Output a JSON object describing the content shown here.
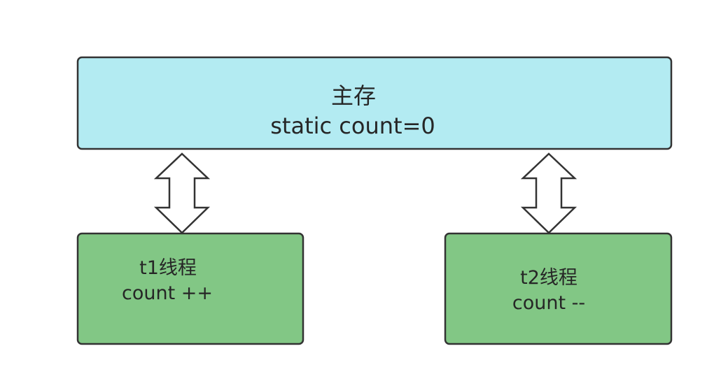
{
  "main_memory": {
    "title": "主存",
    "value": "static count=0",
    "fill": "#b3ebf2"
  },
  "threads": [
    {
      "title": "t1线程",
      "op": "count ++",
      "fill": "#82c785"
    },
    {
      "title": "t2线程",
      "op": "count --",
      "fill": "#82c785"
    }
  ],
  "arrows": [
    {
      "from": "t1线程",
      "to": "主存",
      "direction": "bidirectional"
    },
    {
      "from": "t2线程",
      "to": "主存",
      "direction": "bidirectional"
    }
  ]
}
